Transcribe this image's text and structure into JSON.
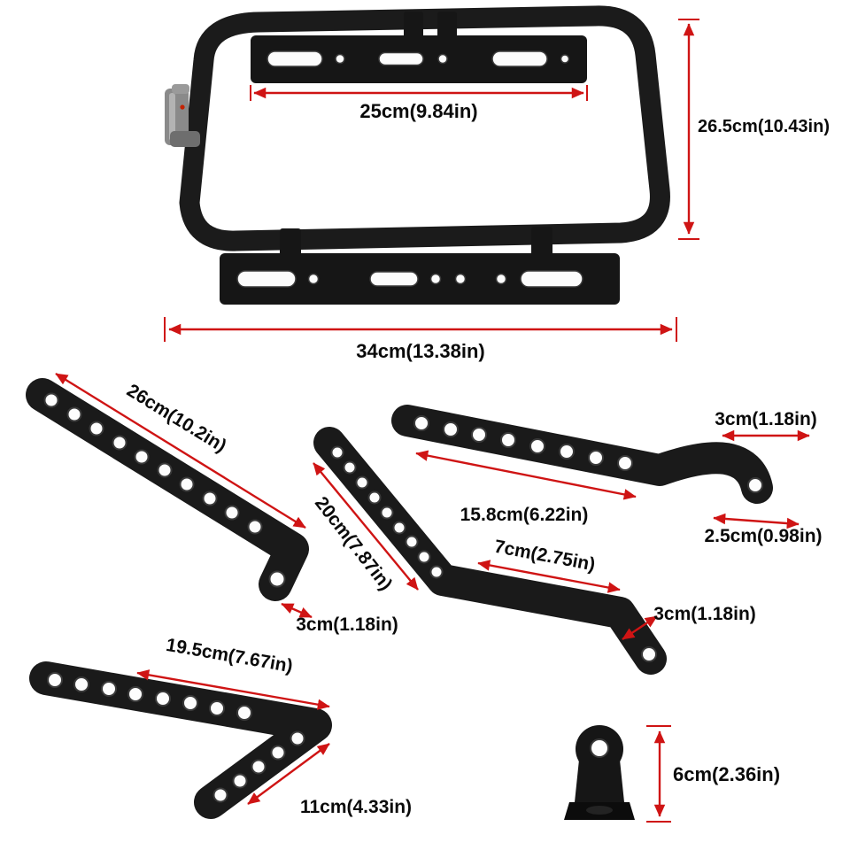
{
  "labels": {
    "rack_inner_width": "25cm(9.84in)",
    "rack_height": "26.5cm(10.43in)",
    "rack_width": "34cm(13.38in)",
    "bracket26_length": "26cm(10.2in)",
    "bracket26_end": "3cm(1.18in)",
    "bracket20_length": "20cm(7.87in)",
    "bracket20_arm": "7cm(2.75in)",
    "bracket20_end": "3cm(1.18in)",
    "bracket158_length": "15.8cm(6.22in)",
    "bracket158_bend": "3cm(1.18in)",
    "bracket158_tab": "2.5cm(0.98in)",
    "vbracket_long": "19.5cm(7.67in)",
    "vbracket_short": "11cm(4.33in)",
    "tab_height": "6cm(2.36in)"
  },
  "colors": {
    "metal": "#1a1a1a",
    "dimension_red": "#cf1414",
    "label_text": "#0a0a0a",
    "background": "#ffffff",
    "clip_gray": "#8a8a8a"
  }
}
